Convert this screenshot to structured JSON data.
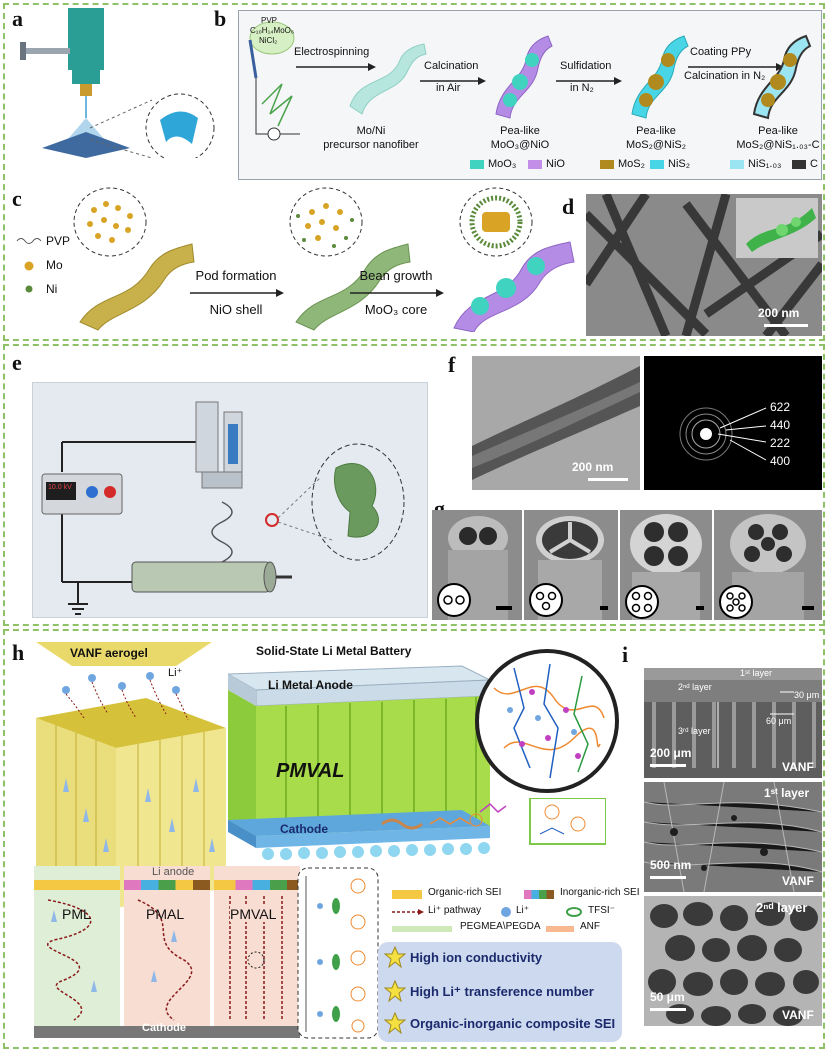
{
  "panel_labels": {
    "a": "a",
    "b": "b",
    "c": "c",
    "d": "d",
    "e": "e",
    "f": "f",
    "g": "g",
    "h": "h",
    "i": "i"
  },
  "panel_b": {
    "bottle_line1": "PVP",
    "bottle_line2": "C₁₀H₁₄MoO₆",
    "bottle_line3": "NiCl₂",
    "step1": "Electrospinning",
    "step2a": "Calcination",
    "step2b": "in Air",
    "step3a": "Sulfidation",
    "step3b": "in N₂",
    "step4a": "Coating PPy",
    "step4b": "Calcination in N₂",
    "fiber1a": "Mo/Ni",
    "fiber1b": "precursor nanofiber",
    "fiber2a": "Pea-like",
    "fiber2b": "MoO₃@NiO",
    "fiber3a": "Pea-like",
    "fiber3b": "MoS₂@NiS₂",
    "fiber4a": "Pea-like",
    "fiber4b": "MoS₂@NiS₁.₀₃-C",
    "legend": [
      "MoO₃",
      "NiO",
      "MoS₂",
      "NiS₂",
      "NiS₁.₀₃",
      "C"
    ],
    "legend_colors": [
      "#3fd3c0",
      "#c28ee8",
      "#b08a1e",
      "#48d6e6",
      "#9be4f2",
      "#333333"
    ]
  },
  "panel_c": {
    "legend_pvp": "PVP",
    "legend_mo": "Mo",
    "legend_ni": "Ni",
    "arrow1_top": "Pod formation",
    "arrow1_bottom": "NiO shell",
    "arrow2_top": "Bean growth",
    "arrow2_bottom": "MoO₃ core"
  },
  "panel_d": {
    "scale": "200 nm"
  },
  "panel_e": {
    "display": "10.0 kV"
  },
  "panel_f": {
    "scale": "200 nm",
    "rings": [
      "622",
      "440",
      "222",
      "400"
    ]
  },
  "panel_h": {
    "aerogel_label": "VANF aerogel",
    "battery_title": "Solid-State Li Metal Battery",
    "li_ion": "Li⁺",
    "anode": "Li Metal Anode",
    "pmval": "PMVAL",
    "cathode": "Cathode",
    "li_anode": "Li anode",
    "cathode_bottom": "Cathode",
    "col1": "PML",
    "col2": "PMAL",
    "col3": "PMVAL",
    "legend_organic": "Organic-rich SEI",
    "legend_inorganic": "Inorganic-rich SEI",
    "legend_path": "Li⁺ pathway",
    "legend_li": "Li⁺",
    "legend_tfsi": "TFSI⁻",
    "legend_peg": "PEGMEA\\PEGDA",
    "legend_anf": "ANF",
    "feature1": "High ion conductivity",
    "feature2": "High Li⁺ transference number",
    "feature3": "Organic-inorganic composite SEI"
  },
  "panel_i": {
    "img1_layer1": "1ˢᵗ layer",
    "img1_layer2": "2ⁿᵈ layer",
    "img1_layer3": "3ʳᵈ layer",
    "img1_d1": "30 μm",
    "img1_d2": "60 μm",
    "img1_scale": "200 μm",
    "img1_tag": "VANF",
    "img2_layer": "1ˢᵗ layer",
    "img2_scale": "500 nm",
    "img2_tag": "VANF",
    "img3_layer": "2ⁿᵈ layer",
    "img3_scale": "50 μm",
    "img3_tag": "VANF"
  }
}
